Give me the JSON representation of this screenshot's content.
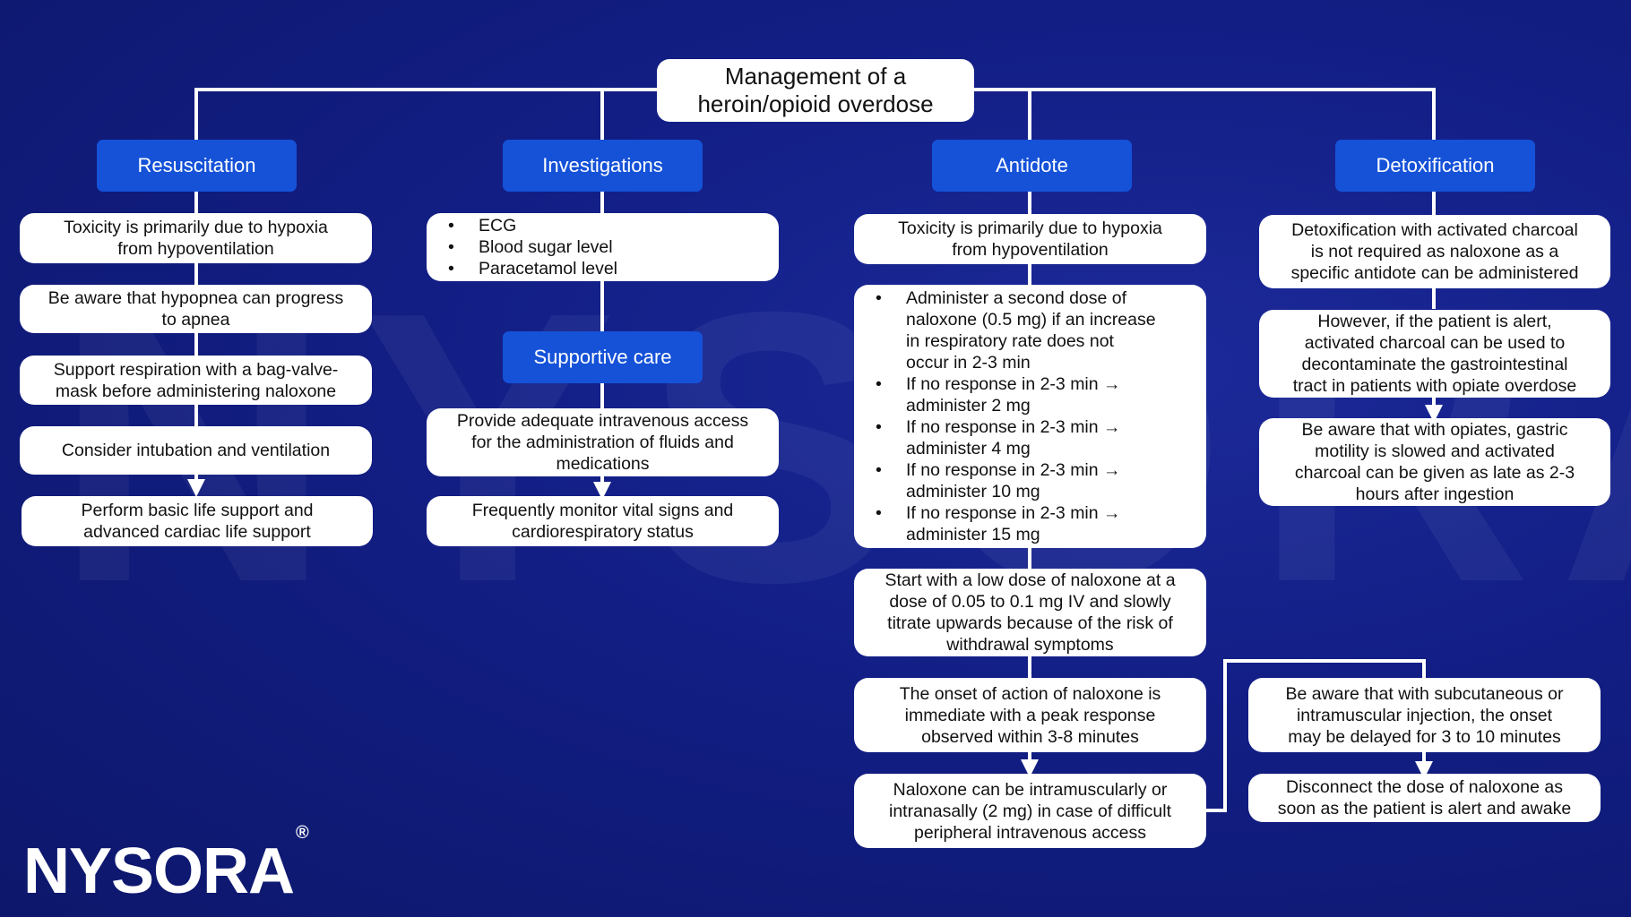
{
  "watermark": "NYSORA",
  "title": [
    "Management of a",
    "heroin/opioid overdose"
  ],
  "headers": {
    "resuscitation": "Resuscitation",
    "investigations": "Investigations",
    "supportive_care": "Supportive care",
    "antidote": "Antidote",
    "detoxification": "Detoxification"
  },
  "resuscitation": [
    [
      "Toxicity is primarily due to hypoxia",
      "from hypoventilation"
    ],
    [
      "Be aware that hypopnea can progress",
      "to apnea"
    ],
    [
      "Support respiration with a bag-valve-",
      "mask before administering naloxone"
    ],
    [
      "Consider intubation and ventilation"
    ],
    [
      "Perform basic life support and",
      "advanced cardiac life support"
    ]
  ],
  "investigations": [
    "ECG",
    "Blood sugar level",
    "Paracetamol level"
  ],
  "supportive_care": [
    [
      "Provide adequate intravenous access",
      "for the administration of fluids and",
      "medications"
    ],
    [
      "Frequently monitor vital signs and",
      "cardiorespiratory status"
    ]
  ],
  "antidote": {
    "intro": [
      "Toxicity is primarily due to hypoxia",
      "from hypoventilation"
    ],
    "dosing": [
      [
        "Administer a second dose of",
        "naloxone (0.5 mg) if an increase",
        "in respiratory rate does not",
        "occur in 2-3 min"
      ],
      [
        "If no response in 2-3 min →",
        "administer 2 mg"
      ],
      [
        "If no response in 2-3 min →",
        "administer 4 mg"
      ],
      [
        "If no response in 2-3 min →",
        "administer 10 mg"
      ],
      [
        "If no response in 2-3 min →",
        "administer 15 mg"
      ]
    ],
    "low_dose": [
      "Start with a low dose of naloxone at a",
      "dose of 0.05 to 0.1 mg IV and slowly",
      "titrate upwards because of the risk of",
      "withdrawal symptoms"
    ],
    "onset": [
      "The onset of action of naloxone is",
      "immediate with a peak response",
      "observed within 3-8 minutes"
    ],
    "routes": [
      "Naloxone can be intramuscularly or",
      "intranasally (2 mg) in case of difficult",
      "peripheral intravenous access"
    ],
    "subcutaneous": [
      "Be aware that with subcutaneous or",
      "intramuscular injection, the onset",
      "may be delayed for 3 to 10 minutes"
    ],
    "disconnect": [
      "Disconnect the dose of naloxone as",
      "soon as the patient is alert and awake"
    ]
  },
  "detoxification": [
    [
      "Detoxification with activated charcoal",
      "is not required as naloxone as a",
      "specific antidote can be administered"
    ],
    [
      "However, if the patient is alert,",
      "activated charcoal can be used to",
      "decontaminate the gastrointestinal",
      "tract in patients with opiate overdose"
    ],
    [
      "Be aware that with opiates, gastric",
      "motility is slowed and activated",
      "charcoal can be given as late as 2-3",
      "hours after ingestion"
    ]
  ],
  "logo": {
    "text": "NYSORA",
    "mark": "®"
  },
  "colors": {
    "background": "#121e84",
    "header": "#1552d8",
    "node": "#ffffff",
    "connector": "#ffffff"
  }
}
